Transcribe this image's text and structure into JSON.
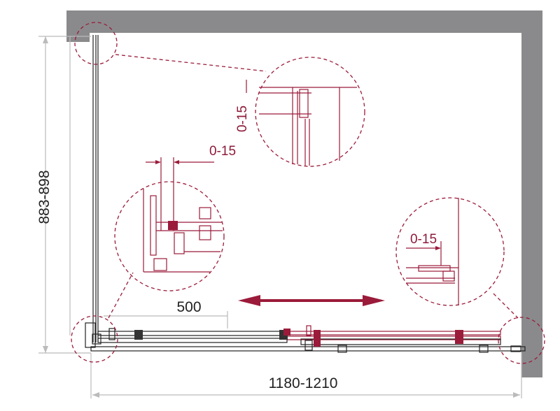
{
  "dimensions": {
    "height": "883-898",
    "width": "1180-1210",
    "door_opening": "500",
    "adjust_top": "0-15",
    "adjust_left": "0-15",
    "adjust_right": "0-15"
  },
  "colors": {
    "wall": "#8a8a8c",
    "accent": "#9b1b3a",
    "line": "#222222"
  }
}
